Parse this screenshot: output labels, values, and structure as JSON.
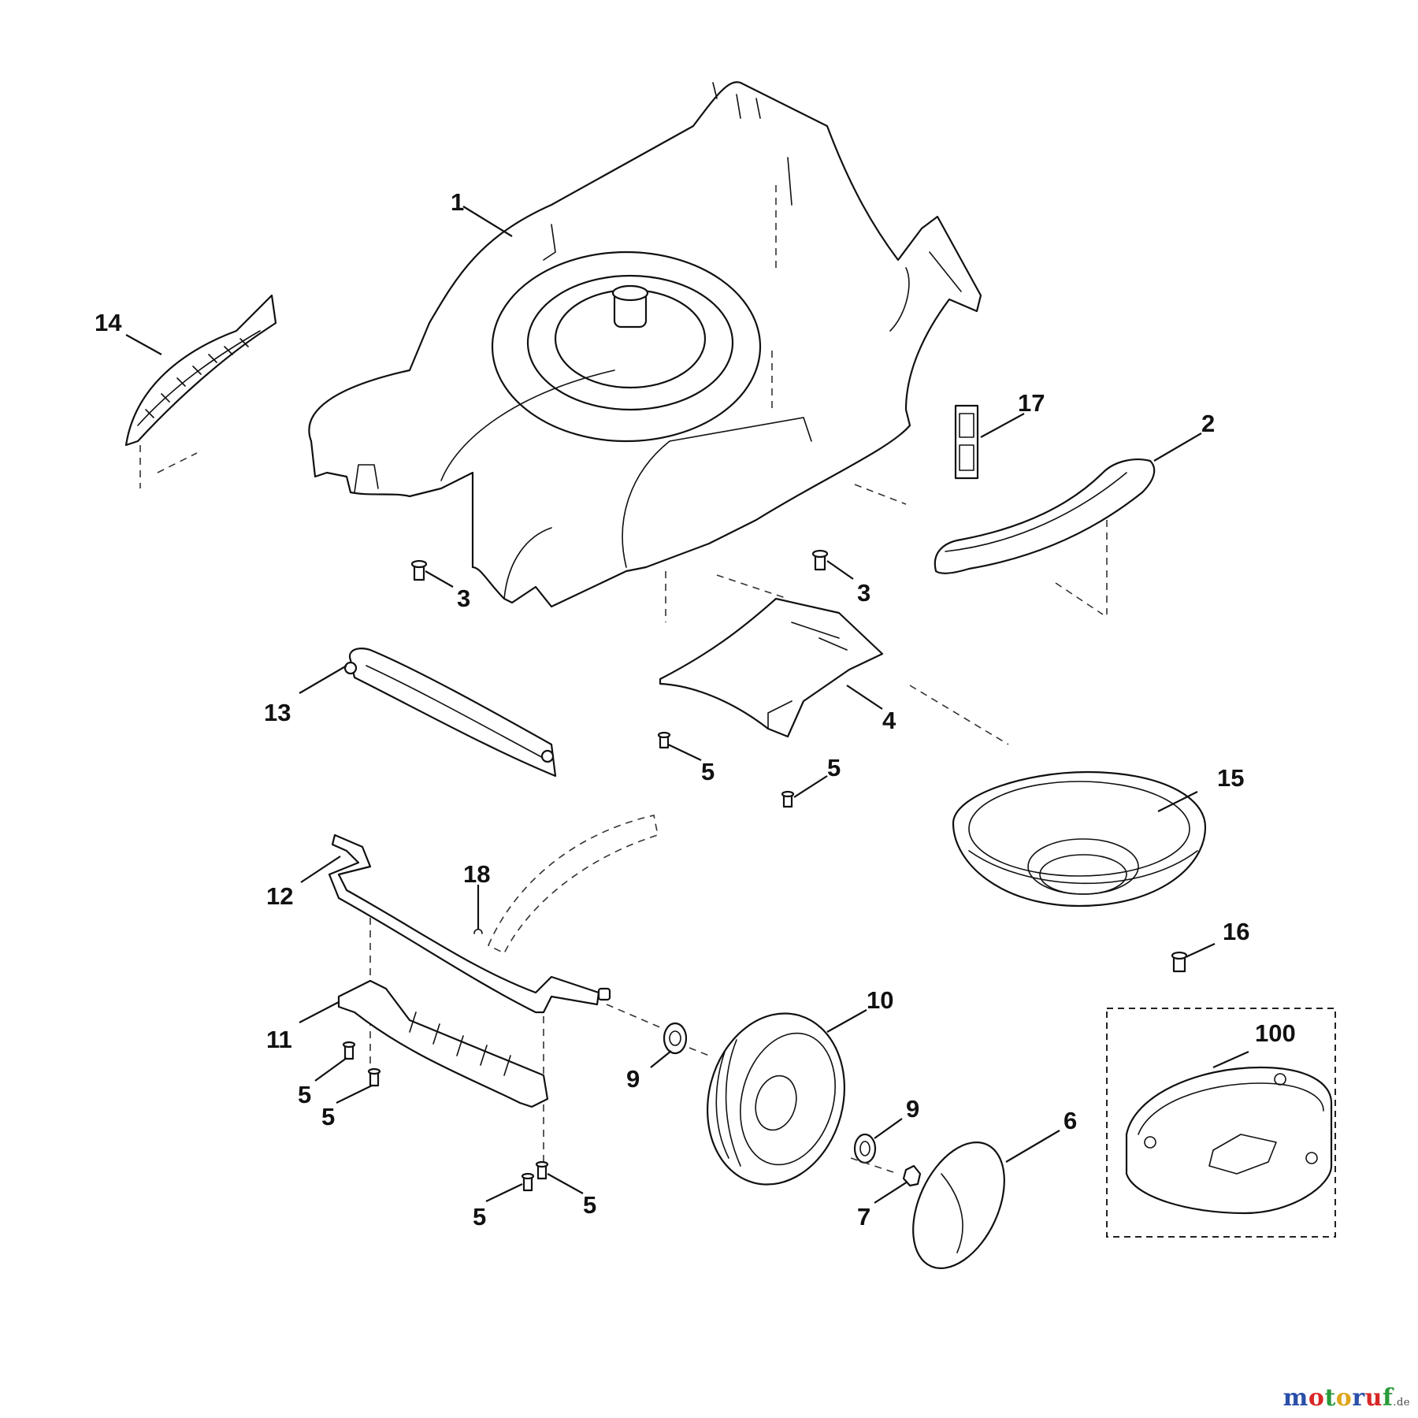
{
  "diagram": {
    "callouts": [
      "1",
      "14",
      "17",
      "2",
      "3",
      "3",
      "13",
      "4",
      "5",
      "5",
      "15",
      "12",
      "18",
      "16",
      "11",
      "10",
      "9",
      "100",
      "5",
      "5",
      "9",
      "6",
      "7",
      "5",
      "5"
    ],
    "boxed_assembly_label": "100"
  },
  "watermark": {
    "chars": [
      "m",
      "o",
      "t",
      "o",
      "r",
      "u",
      "f"
    ],
    "colors": [
      "#2a4fa8",
      "#d82727",
      "#2a9a3a",
      "#e0a419",
      "#2a4fa8",
      "#d82727",
      "#2a9a3a"
    ],
    "suffix": ".de"
  }
}
